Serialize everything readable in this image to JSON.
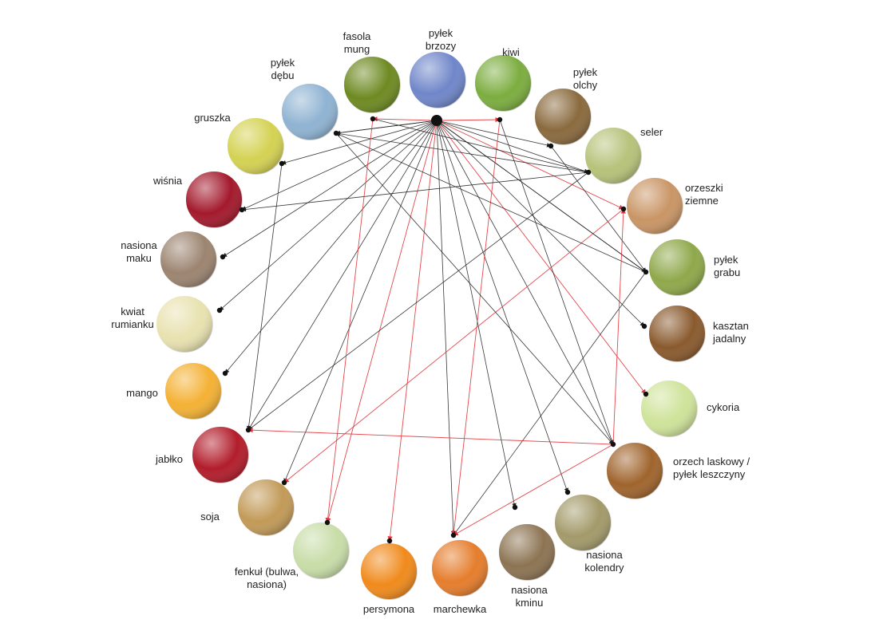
{
  "nodes": [
    {
      "id": "birch",
      "label": [
        "pyłek",
        "brzozy"
      ],
      "color": "#6f86c9",
      "icon": "birch-catkins-photo"
    },
    {
      "id": "kiwi",
      "label": [
        "kiwi"
      ],
      "color": "#7cad3f",
      "icon": "kiwi-photo"
    },
    {
      "id": "alder",
      "label": [
        "pyłek",
        "olchy"
      ],
      "color": "#8a6a3e",
      "icon": "alder-catkins-photo"
    },
    {
      "id": "celery",
      "label": [
        "seler"
      ],
      "color": "#b7c27a",
      "icon": "celery-photo"
    },
    {
      "id": "peanuts",
      "label": [
        "orzeszki",
        "ziemne"
      ],
      "color": "#c99565",
      "icon": "peanuts-photo"
    },
    {
      "id": "hornbeam",
      "label": [
        "pyłek",
        "grabu"
      ],
      "color": "#8fa84a",
      "icon": "hornbeam-catkins-photo"
    },
    {
      "id": "chestnut",
      "label": [
        "kasztan",
        "jadalny"
      ],
      "color": "#8a5a2e",
      "icon": "chestnut-photo"
    },
    {
      "id": "chicory",
      "label": [
        "cykoria"
      ],
      "color": "#cfe39a",
      "icon": "chicory-photo"
    },
    {
      "id": "hazel",
      "label": [
        "orzech laskowy /",
        "pyłek leszczyny"
      ],
      "color": "#a0642d",
      "icon": "hazelnut-photo"
    },
    {
      "id": "coriander",
      "label": [
        "nasiona",
        "kolendry"
      ],
      "color": "#a39a6a",
      "icon": "coriander-seeds-photo"
    },
    {
      "id": "cumin",
      "label": [
        "nasiona",
        "kminu"
      ],
      "color": "#8c7352",
      "icon": "cumin-seeds-photo"
    },
    {
      "id": "carrot",
      "label": [
        "marchewka"
      ],
      "color": "#e57d2c",
      "icon": "carrot-photo"
    },
    {
      "id": "persimmon",
      "label": [
        "persymona"
      ],
      "color": "#f08a1c",
      "icon": "persimmon-photo"
    },
    {
      "id": "fennel",
      "label": [
        "fenkuł (bulwa,",
        "nasiona)"
      ],
      "color": "#c8dda8",
      "icon": "fennel-photo"
    },
    {
      "id": "soy",
      "label": [
        "soja"
      ],
      "color": "#c29a58",
      "icon": "soybeans-photo"
    },
    {
      "id": "apple",
      "label": [
        "jabłko"
      ],
      "color": "#b21d2b",
      "icon": "apple-photo"
    },
    {
      "id": "mango",
      "label": [
        "mango"
      ],
      "color": "#f4b134",
      "icon": "mango-photo"
    },
    {
      "id": "chamomile",
      "label": [
        "kwiat",
        "rumianku"
      ],
      "color": "#e8e2b0",
      "icon": "chamomile-photo"
    },
    {
      "id": "poppy",
      "label": [
        "nasiona",
        "maku"
      ],
      "color": "#9c8470",
      "icon": "poppy-seeds-photo"
    },
    {
      "id": "cherry",
      "label": [
        "wiśnia"
      ],
      "color": "#a3192c",
      "icon": "cherry-photo"
    },
    {
      "id": "pear",
      "label": [
        "gruszka"
      ],
      "color": "#d4d252",
      "icon": "pear-photo"
    },
    {
      "id": "oak",
      "label": [
        "pyłek",
        "dębu"
      ],
      "color": "#8fb3d2",
      "icon": "oak-catkins-photo"
    },
    {
      "id": "mung",
      "label": [
        "fasola",
        "mung"
      ],
      "color": "#6e8a22",
      "icon": "mung-bean-photo"
    }
  ],
  "edges": [
    {
      "from": "birch",
      "to": "mung",
      "color": "red"
    },
    {
      "from": "birch",
      "to": "kiwi",
      "color": "red"
    },
    {
      "from": "birch",
      "to": "oak",
      "color": "black"
    },
    {
      "from": "birch",
      "to": "alder",
      "color": "black"
    },
    {
      "from": "birch",
      "to": "celery",
      "color": "black"
    },
    {
      "from": "birch",
      "to": "peanuts",
      "color": "red"
    },
    {
      "from": "birch",
      "to": "hornbeam",
      "color": "black"
    },
    {
      "from": "birch",
      "to": "chestnut",
      "color": "black"
    },
    {
      "from": "birch",
      "to": "chicory",
      "color": "red"
    },
    {
      "from": "birch",
      "to": "hazel",
      "color": "black"
    },
    {
      "from": "birch",
      "to": "coriander",
      "color": "black"
    },
    {
      "from": "birch",
      "to": "cumin",
      "color": "black"
    },
    {
      "from": "birch",
      "to": "carrot",
      "color": "black"
    },
    {
      "from": "birch",
      "to": "persimmon",
      "color": "red"
    },
    {
      "from": "birch",
      "to": "fennel",
      "color": "red"
    },
    {
      "from": "birch",
      "to": "soy",
      "color": "black"
    },
    {
      "from": "birch",
      "to": "apple",
      "color": "black"
    },
    {
      "from": "birch",
      "to": "mango",
      "color": "black"
    },
    {
      "from": "birch",
      "to": "chamomile",
      "color": "black"
    },
    {
      "from": "birch",
      "to": "poppy",
      "color": "black"
    },
    {
      "from": "birch",
      "to": "cherry",
      "color": "black"
    },
    {
      "from": "birch",
      "to": "pear",
      "color": "black"
    },
    {
      "from": "kiwi",
      "to": "carrot",
      "color": "red"
    },
    {
      "from": "kiwi",
      "to": "hazel",
      "color": "black"
    },
    {
      "from": "alder",
      "to": "hornbeam",
      "color": "black"
    },
    {
      "from": "celery",
      "to": "apple",
      "color": "black"
    },
    {
      "from": "celery",
      "to": "cherry",
      "color": "black"
    },
    {
      "from": "celery",
      "to": "oak",
      "color": "black"
    },
    {
      "from": "peanuts",
      "to": "soy",
      "color": "red"
    },
    {
      "from": "hornbeam",
      "to": "birch",
      "color": "black"
    },
    {
      "from": "hornbeam",
      "to": "carrot",
      "color": "black"
    },
    {
      "from": "hornbeam",
      "to": "oak",
      "color": "black"
    },
    {
      "from": "hazel",
      "to": "apple",
      "color": "red"
    },
    {
      "from": "hazel",
      "to": "carrot",
      "color": "red"
    },
    {
      "from": "hazel",
      "to": "peanuts",
      "color": "red"
    },
    {
      "from": "oak",
      "to": "birch",
      "color": "black"
    },
    {
      "from": "oak",
      "to": "hazel",
      "color": "black"
    },
    {
      "from": "pear",
      "to": "apple",
      "color": "black"
    },
    {
      "from": "mung",
      "to": "fennel",
      "color": "red"
    },
    {
      "from": "mung",
      "to": "celery",
      "color": "black"
    }
  ],
  "colors": {
    "red": "#e2333a",
    "black": "#222222",
    "text": "#222222"
  }
}
